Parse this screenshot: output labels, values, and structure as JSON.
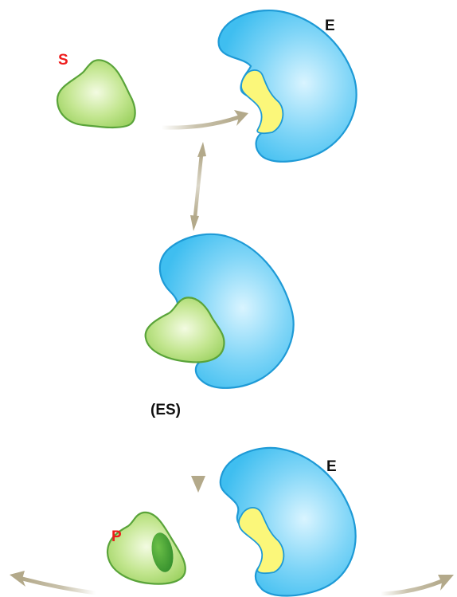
{
  "labels": {
    "substrate": "S",
    "enzyme_top": "E",
    "complex": "(ES)",
    "product": "P",
    "enzyme_bottom": "E"
  },
  "colors": {
    "enzyme_fill_center": "#d9f4ff",
    "enzyme_fill_edge": "#45c3f2",
    "enzyme_stroke": "#1e9ad6",
    "active_site": "#fbf77a",
    "substrate_fill_center": "#f3fbe2",
    "substrate_fill_edge": "#9fd364",
    "substrate_stroke": "#5aa43a",
    "arrow": "#b3a98a",
    "label_red": "#ee1c1c",
    "label_black": "#111111"
  }
}
